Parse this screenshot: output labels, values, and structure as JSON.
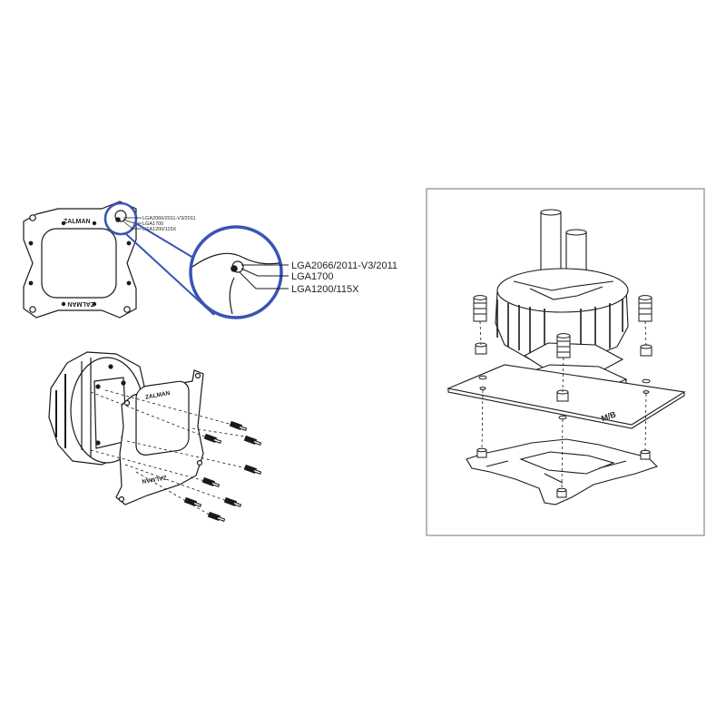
{
  "colors": {
    "callout": "#3a54b4",
    "line": "#1a1a1a",
    "panel_border": "#8a8a8a",
    "background": "#ffffff"
  },
  "bracket": {
    "brand_top": "ZALMAN",
    "brand_bottom": "ZALMAN"
  },
  "socket_labels_small": [
    "LGA2066/2011-V3/2011",
    "LGA1700",
    "LGA1200/115X"
  ],
  "socket_labels_large": [
    "LGA2066/2011-V3/2011",
    "LGA1700",
    "LGA1200/115X"
  ],
  "mounting_panel": {
    "board_label": "M/B"
  },
  "icons": {
    "callout": "magnifier-circle-icon",
    "screw": "screw-icon",
    "standoff": "standoff-icon"
  }
}
